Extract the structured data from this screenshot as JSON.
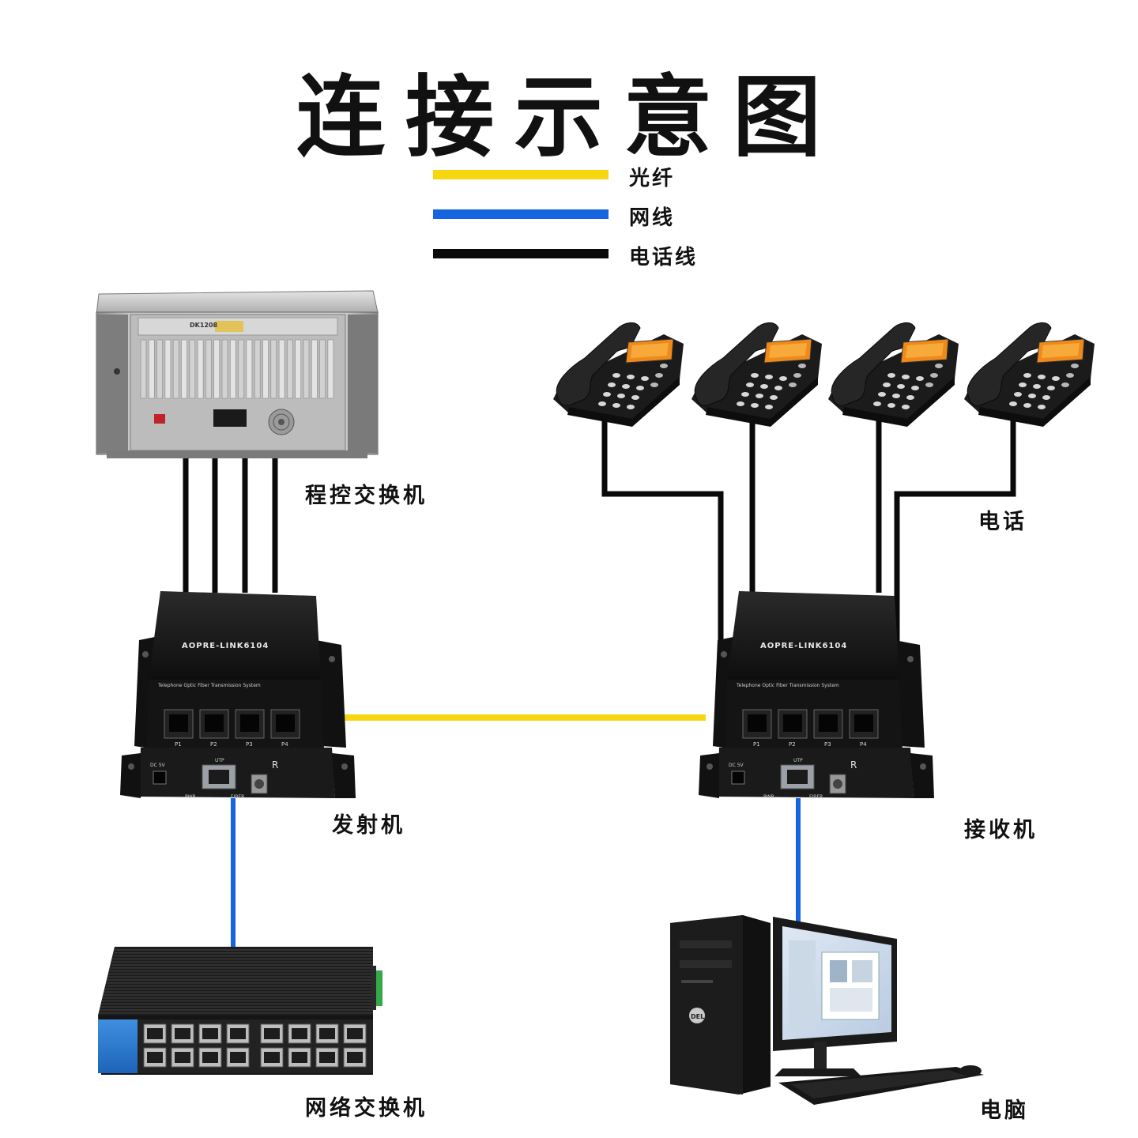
{
  "title": "连接示意图",
  "legend": {
    "items": [
      {
        "label": "光纤",
        "color": "#f6d60f"
      },
      {
        "label": "网线",
        "color": "#1565e0"
      },
      {
        "label": "电话线",
        "color": "#0a0a0a"
      }
    ]
  },
  "devices": {
    "pbx": {
      "label": "程控交换机",
      "model": "DK1208"
    },
    "transmitter": {
      "label": "发射机",
      "model": "AOPRE-LINK6104",
      "subtitle": "Telephone Optic Fiber Transmission System",
      "ports": [
        "P1",
        "P2",
        "P3",
        "P4"
      ],
      "dc": "DC 5V",
      "utp": "UTP",
      "r": "R",
      "pwr": "PWR",
      "fiber": "FIBER"
    },
    "receiver": {
      "label": "接收机",
      "model": "AOPRE-LINK6104",
      "subtitle": "Telephone Optic Fiber Transmission System",
      "ports": [
        "P1",
        "P2",
        "P3",
        "P4"
      ],
      "dc": "DC 5V",
      "utp": "UTP",
      "r": "R",
      "pwr": "PWR",
      "fiber": "FIBER"
    },
    "phones": {
      "label": "电话",
      "count": 4
    },
    "network_switch": {
      "label": "网络交换机"
    },
    "computer": {
      "label": "电脑"
    }
  }
}
